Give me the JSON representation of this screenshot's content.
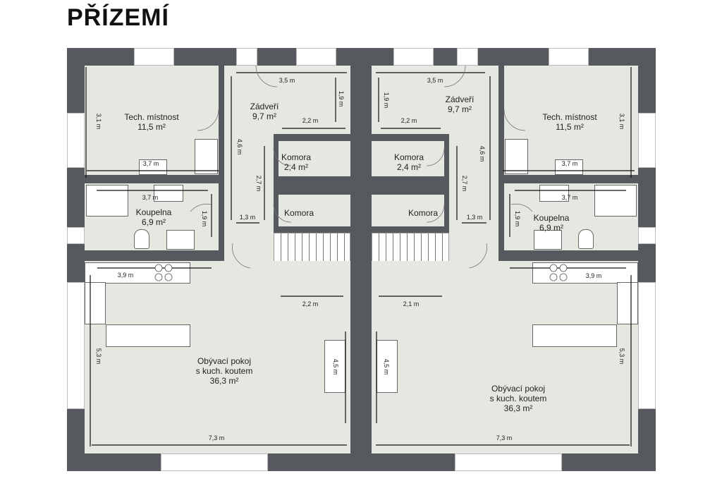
{
  "title": "PŘÍZEMÍ",
  "left_unit": {
    "rooms": [
      {
        "name": "Tech. místnost",
        "area": "11,5 m²"
      },
      {
        "name": "Zádveří",
        "area": "9,7 m²"
      },
      {
        "name": "Komora",
        "area": "2,4 m²"
      },
      {
        "name": "Komora"
      },
      {
        "name": "Koupelna",
        "area": "6,9 m²"
      },
      {
        "name": "Obývací pokoj",
        "name2": "s kuch. koutem",
        "area": "36,3 m²"
      }
    ],
    "dims": [
      "3,5 m",
      "1,9 m",
      "2,2 m",
      "3,1 m",
      "3,7 m",
      "3,7 m",
      "4,6 m",
      "2,7 m",
      "1,3 m",
      "1,9 m",
      "3,9 m",
      "2,2 m",
      "5,3 m",
      "4,5 m",
      "7,3 m"
    ]
  },
  "right_unit": {
    "rooms": [
      {
        "name": "Tech. místnost",
        "area": "11,5 m²"
      },
      {
        "name": "Zádveří",
        "area": "9,7 m²"
      },
      {
        "name": "Komora",
        "area": "2,4 m²"
      },
      {
        "name": "Komora"
      },
      {
        "name": "Koupelna",
        "area": "6,9 m²"
      },
      {
        "name": "Obývací pokoj",
        "name2": "s kuch. koutem",
        "area": "36,3 m²"
      }
    ],
    "dims": [
      "3,5 m",
      "1,9 m",
      "2,2 m",
      "3,1 m",
      "3,7 m",
      "3,7 m",
      "4,6 m",
      "2,7 m",
      "1,3 m",
      "1,9 m",
      "3,9 m",
      "2,1 m",
      "5,3 m",
      "4,5 m",
      "7,3 m"
    ]
  }
}
